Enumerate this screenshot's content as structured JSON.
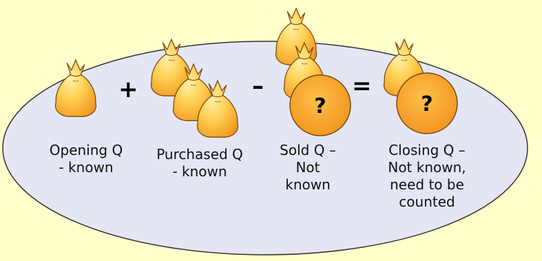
{
  "operators": {
    "plus": "+",
    "minus": "–",
    "equals": "="
  },
  "unknown_marker": "?",
  "labels": {
    "opening": [
      "Opening Q",
      "- known"
    ],
    "purchased": [
      "Purchased Q",
      "- known"
    ],
    "sold": [
      "Sold Q –",
      "Not",
      "known"
    ],
    "closing": [
      "Closing Q –",
      "Not known,",
      "need to be",
      "counted"
    ]
  },
  "colors": {
    "background": "#ffffcc",
    "ellipse_fill": "#e4e6f4",
    "bag_light": "#ffe27a",
    "bag_dark": "#f2a028",
    "coin": "#f6a21c"
  }
}
